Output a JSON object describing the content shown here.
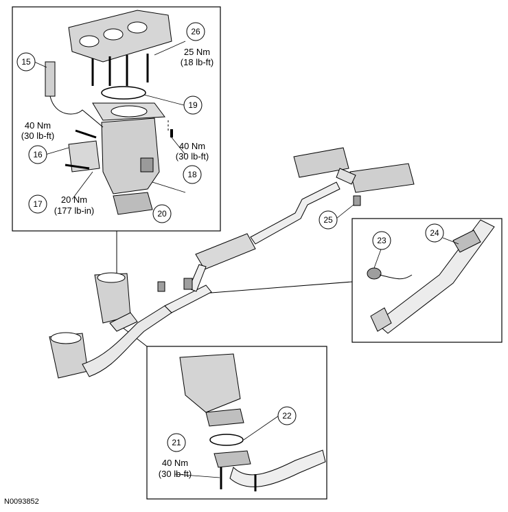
{
  "reference_code": "N0093852",
  "callouts": {
    "c15": "15",
    "c16": "16",
    "c17": "17",
    "c18": "18",
    "c19": "19",
    "c20": "20",
    "c21": "21",
    "c22": "22",
    "c23": "23",
    "c24": "24",
    "c25": "25",
    "c26": "26"
  },
  "torque_specs": {
    "t26_metric": "25 Nm",
    "t26_imperial": "(18 lb-ft)",
    "t16_metric": "40 Nm",
    "t16_imperial": "(30 lb-ft)",
    "t18_metric": "40 Nm",
    "t18_imperial": "(30 lb-ft)",
    "t17_metric": "20 Nm",
    "t17_imperial": "(177 lb-in)",
    "t21_metric": "40 Nm",
    "t21_imperial": "(30 lb-ft)"
  }
}
